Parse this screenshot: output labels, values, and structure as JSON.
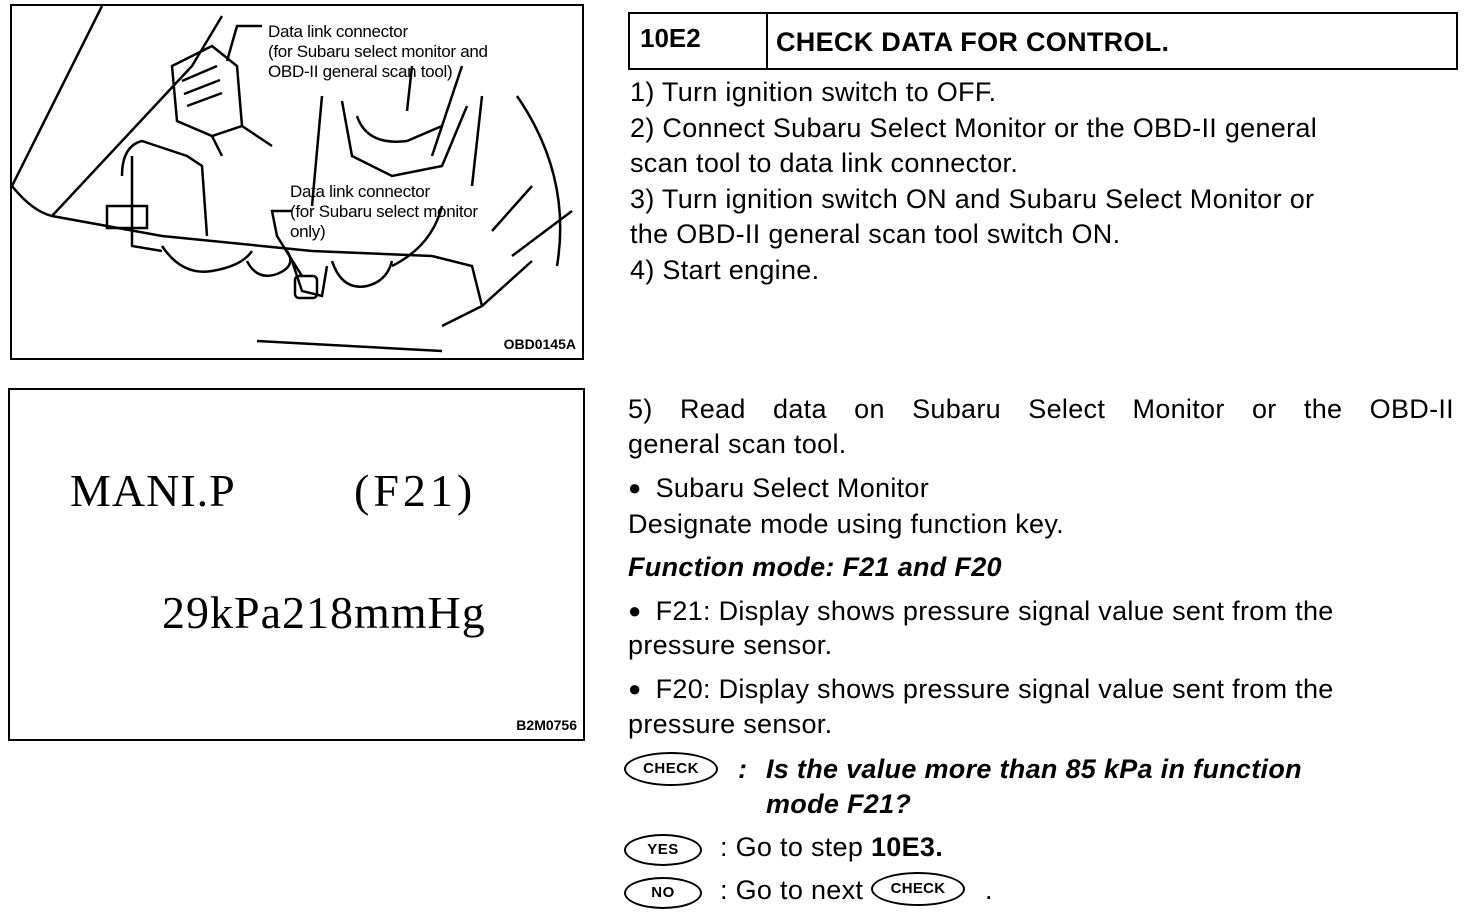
{
  "figure1": {
    "callout_top": [
      "Data link connector",
      "(for Subaru select monitor  and",
      "OBD-II general scan tool)"
    ],
    "callout_bottom": [
      "Data link connector",
      "(for Subaru select monitor",
      "only)"
    ],
    "code": "OBD0145A"
  },
  "figure2": {
    "line1_label": "MANI.P",
    "line1_code": "(F21)",
    "line2": "29kPa218mmHg",
    "code": "B2M0756"
  },
  "step": {
    "id": "10E2",
    "title": "CHECK DATA FOR CONTROL."
  },
  "instructions": {
    "s1": "1)  Turn ignition switch to OFF.",
    "s2a": "2)  Connect Subaru Select Monitor or the OBD-II general",
    "s2b": "scan tool to data link connector.",
    "s3a": "3)  Turn ignition switch ON and Subaru Select Monitor or",
    "s3b": "the OBD-II general scan tool switch ON.",
    "s4": "4)  Start engine.",
    "s5a": "5) Read data on Subaru Select Monitor or the OBD-II",
    "s5b": "general scan tool.",
    "bullet1": "Subaru Select Monitor",
    "designate": "Designate mode using function key.",
    "function_mode": "Function mode: F21 and F20",
    "f21a": "F21: Display shows pressure signal value sent from the",
    "f21b": "pressure sensor.",
    "f20a": "F20: Display shows pressure signal value sent from the",
    "f20b": "pressure sensor."
  },
  "check": {
    "badge": "CHECK",
    "colon": ":",
    "question_a": "Is the value more than 85 kPa in function",
    "question_b": "mode F21?"
  },
  "yes": {
    "badge": "YES",
    "prefix": ":  Go to step ",
    "target": "10E3",
    "suffix": "."
  },
  "no": {
    "badge": "NO",
    "prefix": ":  Go to next ",
    "badge2": "CHECK",
    "suffix": "."
  }
}
